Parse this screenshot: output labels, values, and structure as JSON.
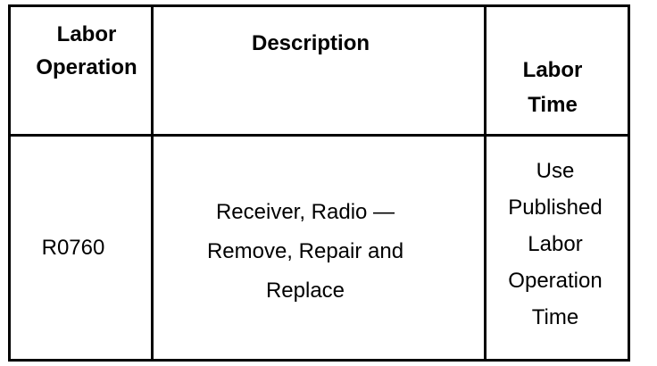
{
  "table": {
    "headers": {
      "labor_operation": [
        "Labor",
        "Operation"
      ],
      "description": [
        "Description"
      ],
      "labor_time": [
        "Labor",
        "Time"
      ]
    },
    "rows": [
      {
        "labor_operation": "R0760",
        "description": [
          "Receiver, Radio —",
          "Remove, Repair and",
          "Replace"
        ],
        "labor_time": [
          "Use",
          "Published",
          "Labor",
          "Operation",
          "Time"
        ]
      }
    ]
  }
}
